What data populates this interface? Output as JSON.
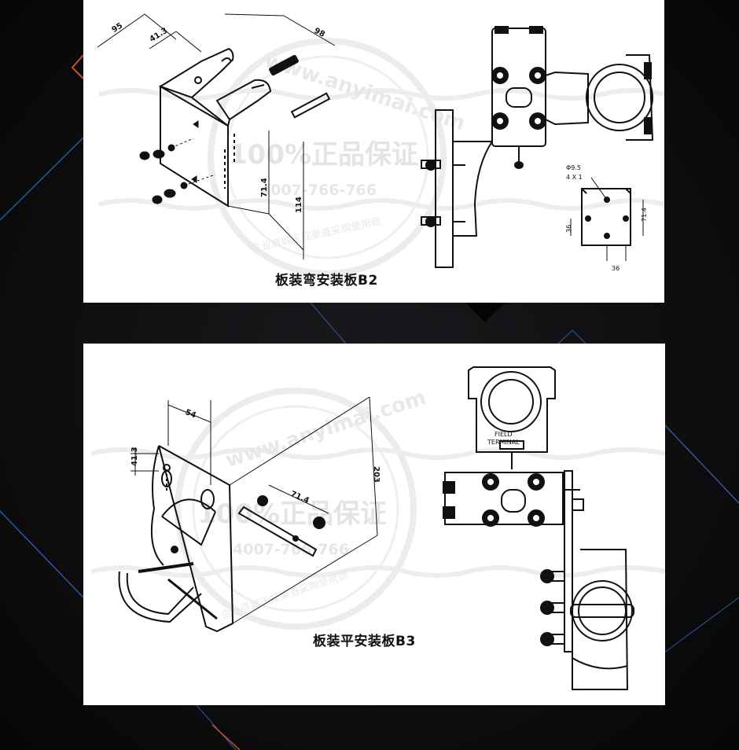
{
  "panels": {
    "b2": {
      "caption": "板装弯安装板B2",
      "dims": {
        "d95": "95",
        "d41_3": "41.3",
        "d98": "98",
        "d71_4": "71.4",
        "d114": "114",
        "d36_side": "36",
        "d71_4_side": "71.4",
        "d36_bottom": "36",
        "hole": "Φ9.5",
        "hole_note": "4 X 1"
      }
    },
    "b3": {
      "caption": "板装平安装板B3",
      "dims": {
        "d54": "54",
        "d41_3": "41.3",
        "d71_4": "71.4",
        "d203": "203"
      },
      "label_field": "FIELD",
      "label_terminal": "TERMINAL"
    }
  },
  "watermark": {
    "url": "www.anyimai.com",
    "headline": "100%正品保证",
    "phone": "4007-766-766",
    "tagline": "企业商城正规渠道采购使用商"
  },
  "colors": {
    "background": "#0b0b0d",
    "accent_line": "#2a5a9a",
    "accent_orange": "#c0572a",
    "panel": "#ffffff",
    "ink": "#111111"
  }
}
